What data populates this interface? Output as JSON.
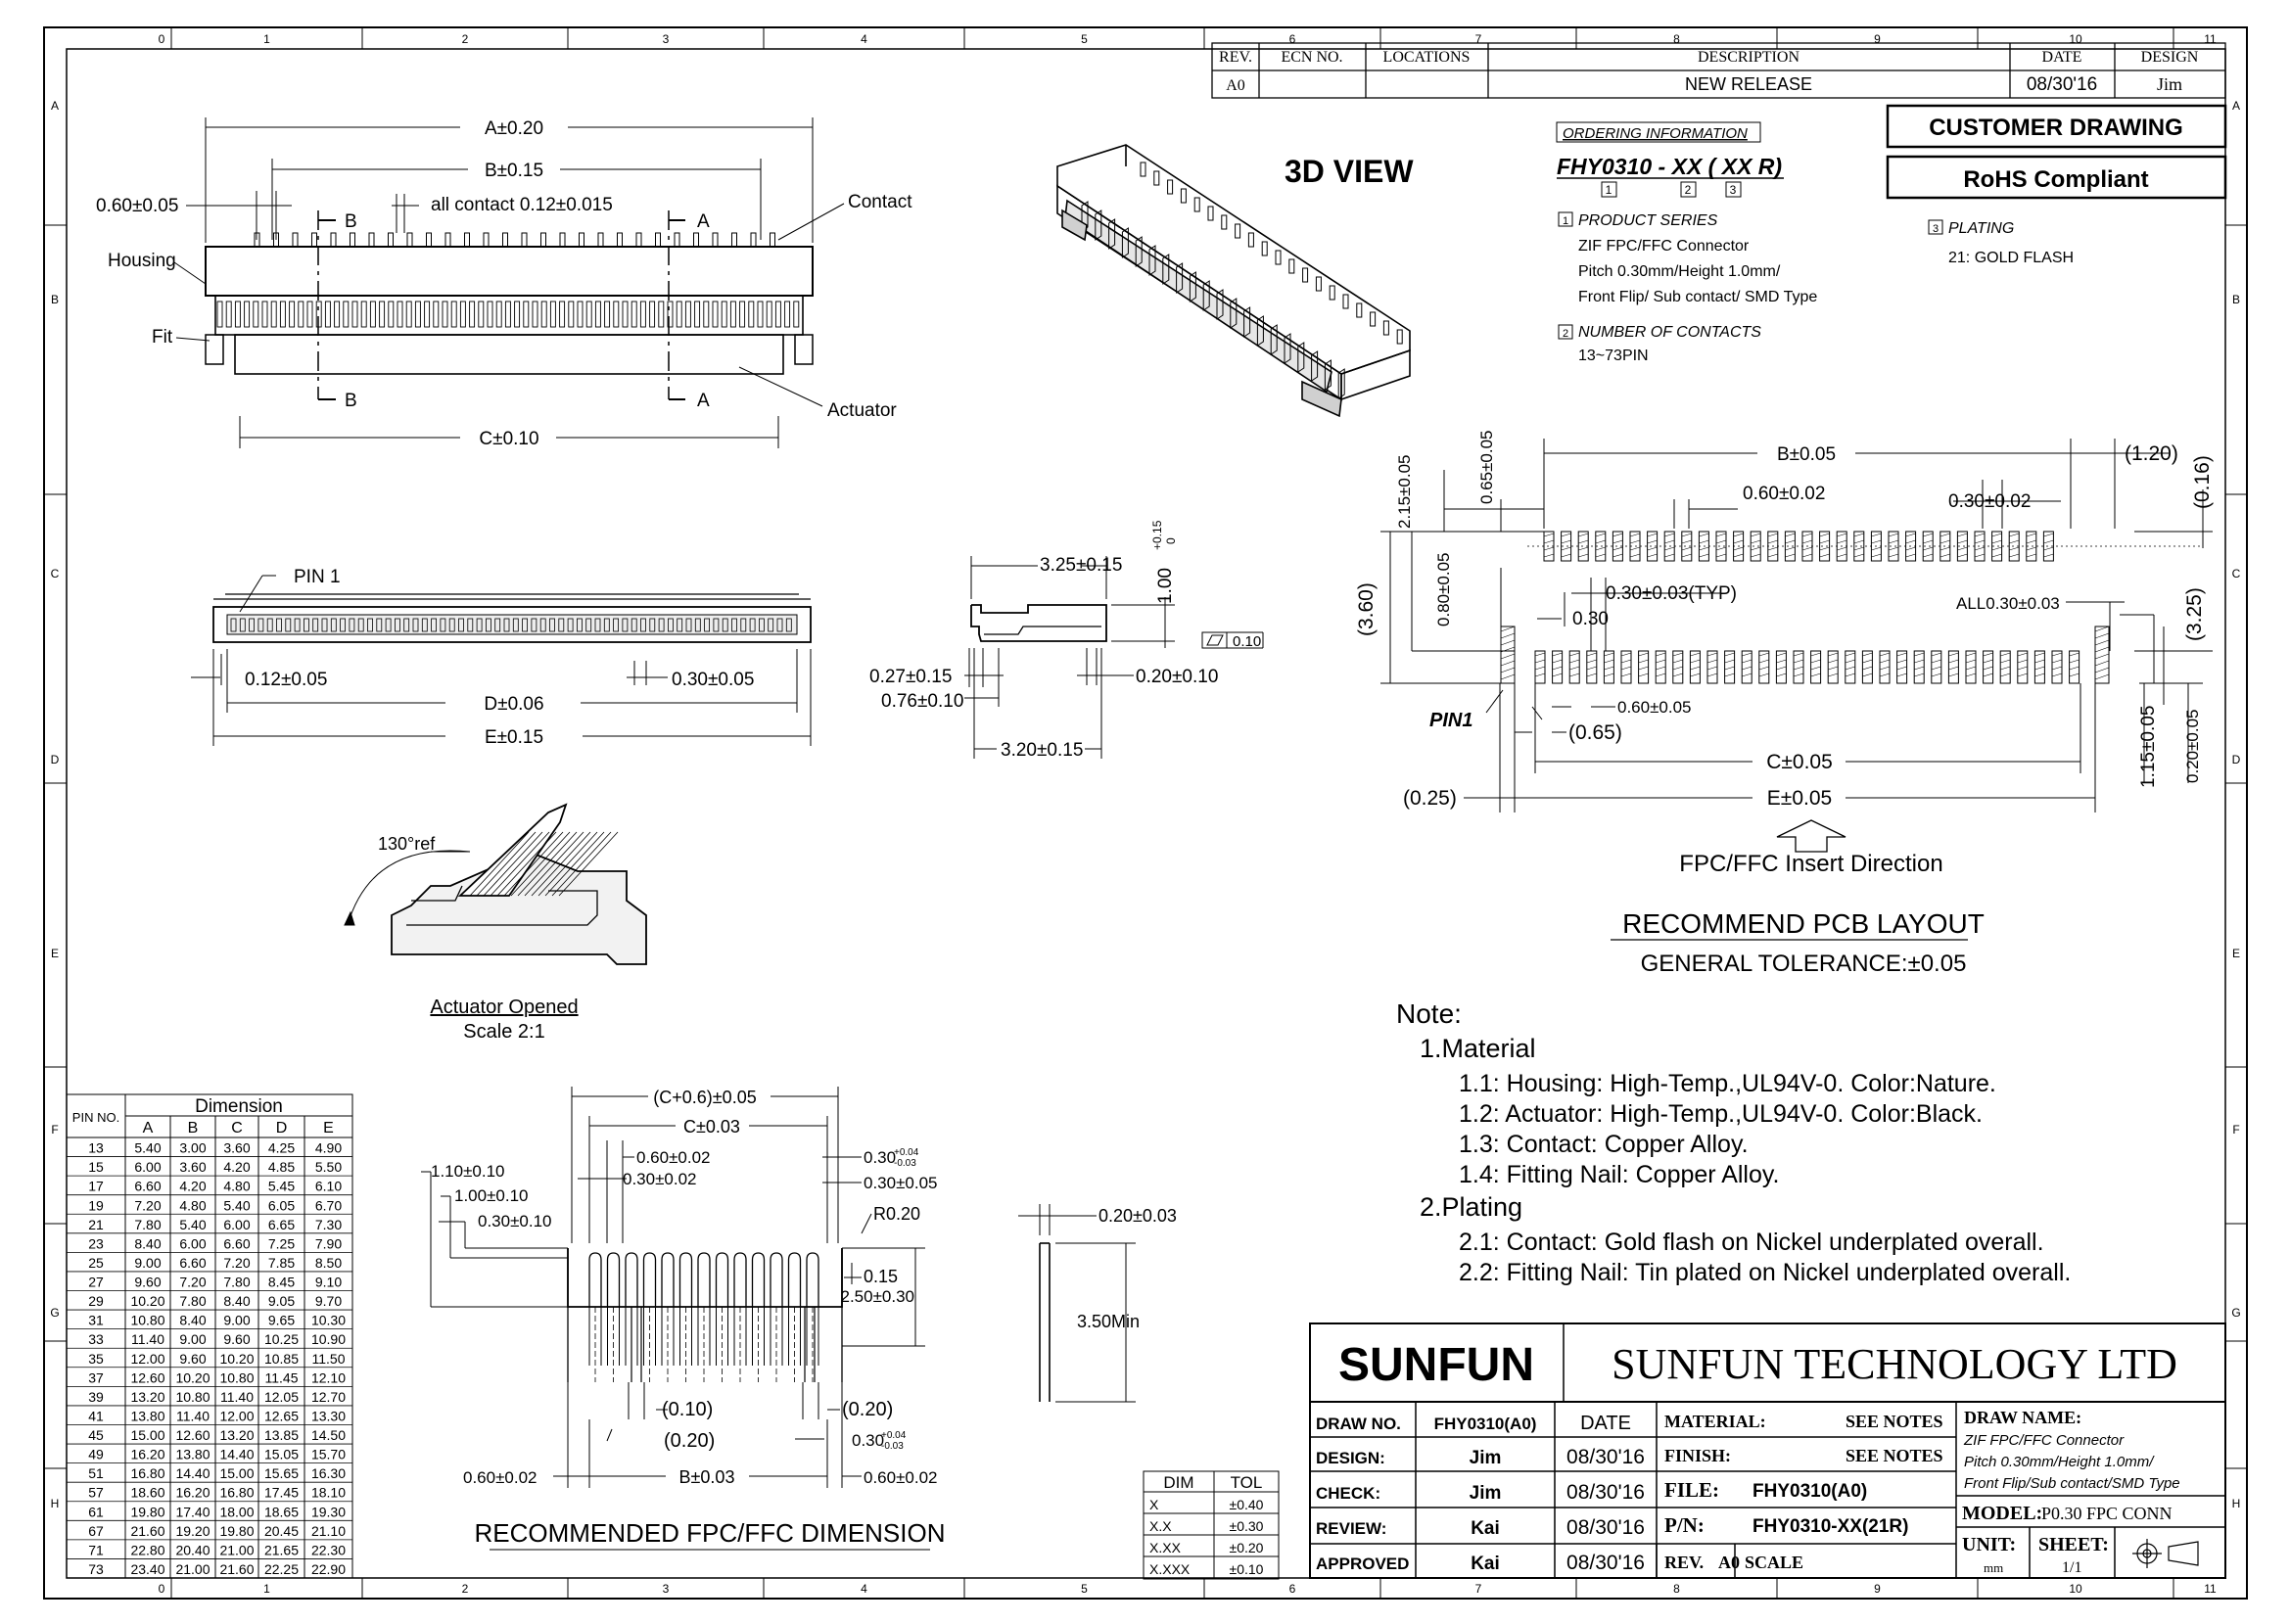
{
  "frame": {
    "cols": [
      "0",
      "1",
      "2",
      "3",
      "4",
      "5",
      "6",
      "7",
      "8",
      "9",
      "10",
      "11"
    ],
    "rows": [
      "A",
      "B",
      "C",
      "D",
      "E",
      "F",
      "G",
      "H"
    ]
  },
  "revision": {
    "headers": [
      "REV.",
      "ECN NO.",
      "LOCATIONS",
      "DESCRIPTION",
      "DATE",
      "DESIGN"
    ],
    "row": [
      "A0",
      "",
      "",
      "NEW RELEASE",
      "08/30'16",
      "Jim"
    ]
  },
  "ordering": {
    "heading": "ORDERING INFORMATION",
    "code": "FHY0310 - XX ( XX R)",
    "idx1": "1",
    "idx2": "2",
    "idx3": "3",
    "product_series": "PRODUCT SERIES",
    "series_lines": [
      "ZIF FPC/FFC Connector",
      "Pitch 0.30mm/Height 1.0mm/",
      "Front Flip/ Sub contact/ SMD Type"
    ],
    "num_contacts": "NUMBER OF CONTACTS",
    "contacts_range": "13~73PIN",
    "plating": "PLATING",
    "plating_value": "21: GOLD FLASH"
  },
  "badges": {
    "customer": "CUSTOMER DRAWING",
    "rohs": "RoHS Compliant"
  },
  "view3d": "3D VIEW",
  "front_view": {
    "a": "A±0.20",
    "b": "B±0.15",
    "c": "C±0.10",
    "pitch": "0.60±0.05",
    "contact_w": "all contact 0.12±0.015",
    "housing": "Housing",
    "fit": "Fit",
    "contact": "Contact",
    "actuator": "Actuator",
    "sec_b": "B",
    "sec_a": "A"
  },
  "side_view": {
    "pin1": "PIN 1",
    "w": "0.12±0.05",
    "pitch": "0.30±0.05",
    "d": "D±0.06",
    "e": "E±0.15"
  },
  "section": {
    "w1": "3.25±0.15",
    "h": "1.00",
    "h_tol_up": "+0.15",
    "h_tol_dn": "0",
    "flat": "0.10",
    "d1": "0.27±0.15",
    "d2": "0.76±0.10",
    "d3": "0.20±0.10",
    "w2": "3.20±0.15"
  },
  "actuator": {
    "ref": "130°ref",
    "title": "Actuator Opened",
    "scale": "Scale 2:1"
  },
  "pcb": {
    "b": "B±0.05",
    "d120": "(1.20)",
    "d016": "(0.16)",
    "d215": "2.15±0.05",
    "d065": "0.65±0.05",
    "d060": "0.60±0.02",
    "d030": "0.30±0.02",
    "d360": "(3.60)",
    "d080": "0.80±0.05",
    "d030typ": "0.30±0.03(TYP)",
    "d030b": "0.30",
    "all030": "ALL0.30±0.03",
    "d325": "(3.25)",
    "pin1": "PIN1",
    "d065p": "(0.65)",
    "d060b": "0.60±0.05",
    "d115": "1.15±0.05",
    "d020": "0.20±0.05",
    "c": "C±0.05",
    "d025": "(0.25)",
    "e": "E±0.05",
    "insert": "FPC/FFC Insert Direction",
    "title": "RECOMMEND PCB LAYOUT",
    "tol": "GENERAL TOLERANCE:±0.05"
  },
  "notes": {
    "title": "Note:",
    "lines": [
      "1.Material",
      "1.1: Housing: High-Temp.,UL94V-0. Color:Nature.",
      "1.2: Actuator: High-Temp.,UL94V-0. Color:Black.",
      "1.3: Contact: Copper Alloy.",
      "1.4: Fitting Nail: Copper Alloy.",
      "2.Plating",
      "2.1: Contact: Gold flash on Nickel underplated overall.",
      "2.2: Fitting Nail: Tin plated on Nickel underplated overall."
    ]
  },
  "dim_table": {
    "title": "Dimension",
    "pin_header": "PIN NO.",
    "headers": [
      "A",
      "B",
      "C",
      "D",
      "E"
    ],
    "rows": [
      [
        "13",
        "5.40",
        "3.00",
        "3.60",
        "4.25",
        "4.90"
      ],
      [
        "15",
        "6.00",
        "3.60",
        "4.20",
        "4.85",
        "5.50"
      ],
      [
        "17",
        "6.60",
        "4.20",
        "4.80",
        "5.45",
        "6.10"
      ],
      [
        "19",
        "7.20",
        "4.80",
        "5.40",
        "6.05",
        "6.70"
      ],
      [
        "21",
        "7.80",
        "5.40",
        "6.00",
        "6.65",
        "7.30"
      ],
      [
        "23",
        "8.40",
        "6.00",
        "6.60",
        "7.25",
        "7.90"
      ],
      [
        "25",
        "9.00",
        "6.60",
        "7.20",
        "7.85",
        "8.50"
      ],
      [
        "27",
        "9.60",
        "7.20",
        "7.80",
        "8.45",
        "9.10"
      ],
      [
        "29",
        "10.20",
        "7.80",
        "8.40",
        "9.05",
        "9.70"
      ],
      [
        "31",
        "10.80",
        "8.40",
        "9.00",
        "9.65",
        "10.30"
      ],
      [
        "33",
        "11.40",
        "9.00",
        "9.60",
        "10.25",
        "10.90"
      ],
      [
        "35",
        "12.00",
        "9.60",
        "10.20",
        "10.85",
        "11.50"
      ],
      [
        "37",
        "12.60",
        "10.20",
        "10.80",
        "11.45",
        "12.10"
      ],
      [
        "39",
        "13.20",
        "10.80",
        "11.40",
        "12.05",
        "12.70"
      ],
      [
        "41",
        "13.80",
        "11.40",
        "12.00",
        "12.65",
        "13.30"
      ],
      [
        "45",
        "15.00",
        "12.60",
        "13.20",
        "13.85",
        "14.50"
      ],
      [
        "49",
        "16.20",
        "13.80",
        "14.40",
        "15.05",
        "15.70"
      ],
      [
        "51",
        "16.80",
        "14.40",
        "15.00",
        "15.65",
        "16.30"
      ],
      [
        "57",
        "18.60",
        "16.20",
        "16.80",
        "17.45",
        "18.10"
      ],
      [
        "61",
        "19.80",
        "17.40",
        "18.00",
        "18.65",
        "19.30"
      ],
      [
        "67",
        "21.60",
        "19.20",
        "19.80",
        "20.45",
        "21.10"
      ],
      [
        "71",
        "22.80",
        "20.40",
        "21.00",
        "21.65",
        "22.30"
      ],
      [
        "73",
        "23.40",
        "21.00",
        "21.60",
        "22.25",
        "22.90"
      ]
    ]
  },
  "fpc": {
    "c06": "(C+0.6)±0.05",
    "c": "C±0.03",
    "d060": "0.60±0.02",
    "d030": "0.30±0.02",
    "d110": "1.10±0.10",
    "d100": "1.00±0.10",
    "d030b": "0.30±0.10",
    "d030t": "0.30",
    "tol_up": "+0.04",
    "tol_dn": "-0.03",
    "d030c": "0.30±0.05",
    "r020": "R0.20",
    "d015": "0.15",
    "d250": "2.50±0.30",
    "d010": "(0.10)",
    "d020a": "(0.20)",
    "d020b": "(0.20)",
    "d030d": "0.30",
    "b": "B±0.03",
    "d060l": "0.60±0.02",
    "d060r": "0.60±0.02",
    "title": "RECOMMENDED FPC/FFC DIMENSION"
  },
  "thick": {
    "t": "0.20±0.03",
    "min": "3.50Min"
  },
  "tol_table": {
    "headers": [
      "DIM",
      "TOL"
    ],
    "rows": [
      [
        "X",
        "±0.40"
      ],
      [
        "X.X",
        "±0.30"
      ],
      [
        "X.XX",
        "±0.20"
      ],
      [
        "X.XXX",
        "±0.10"
      ]
    ]
  },
  "title_block": {
    "logo": "SUNFUN",
    "company": "SUNFUN TECHNOLOGY LTD",
    "rows": [
      {
        "label": "DRAW NO.",
        "value": "FHY0310(A0)",
        "date": "DATE"
      },
      {
        "label": "DESIGN:",
        "value": "Jim",
        "date": "08/30'16"
      },
      {
        "label": "CHECK:",
        "value": "Jim",
        "date": "08/30'16"
      },
      {
        "label": "REVIEW:",
        "value": "Kai",
        "date": "08/30'16"
      },
      {
        "label": "APPROVED",
        "value": "Kai",
        "date": "08/30'16"
      }
    ],
    "material_label": "MATERIAL:",
    "material_value": "SEE NOTES",
    "finish_label": "FINISH:",
    "finish_value": "SEE NOTES",
    "file_label": "FILE:",
    "file_value": "FHY0310(A0)",
    "pn_label": "P/N:",
    "pn_value": "FHY0310-XX(21R)",
    "rev_label": "REV.",
    "rev_value": "A0",
    "scale_label": "SCALE",
    "draw_name_label": "DRAW NAME:",
    "draw_name_lines": [
      "ZIF FPC/FFC Connector",
      "Pitch 0.30mm/Height 1.0mm/",
      "Front Flip/Sub contact/SMD Type"
    ],
    "model_label": "MODEL:",
    "model_value": "P0.30 FPC CONN",
    "unit_label": "UNIT:",
    "unit_value": "mm",
    "sheet_label": "SHEET:",
    "sheet_value": "1/1"
  }
}
